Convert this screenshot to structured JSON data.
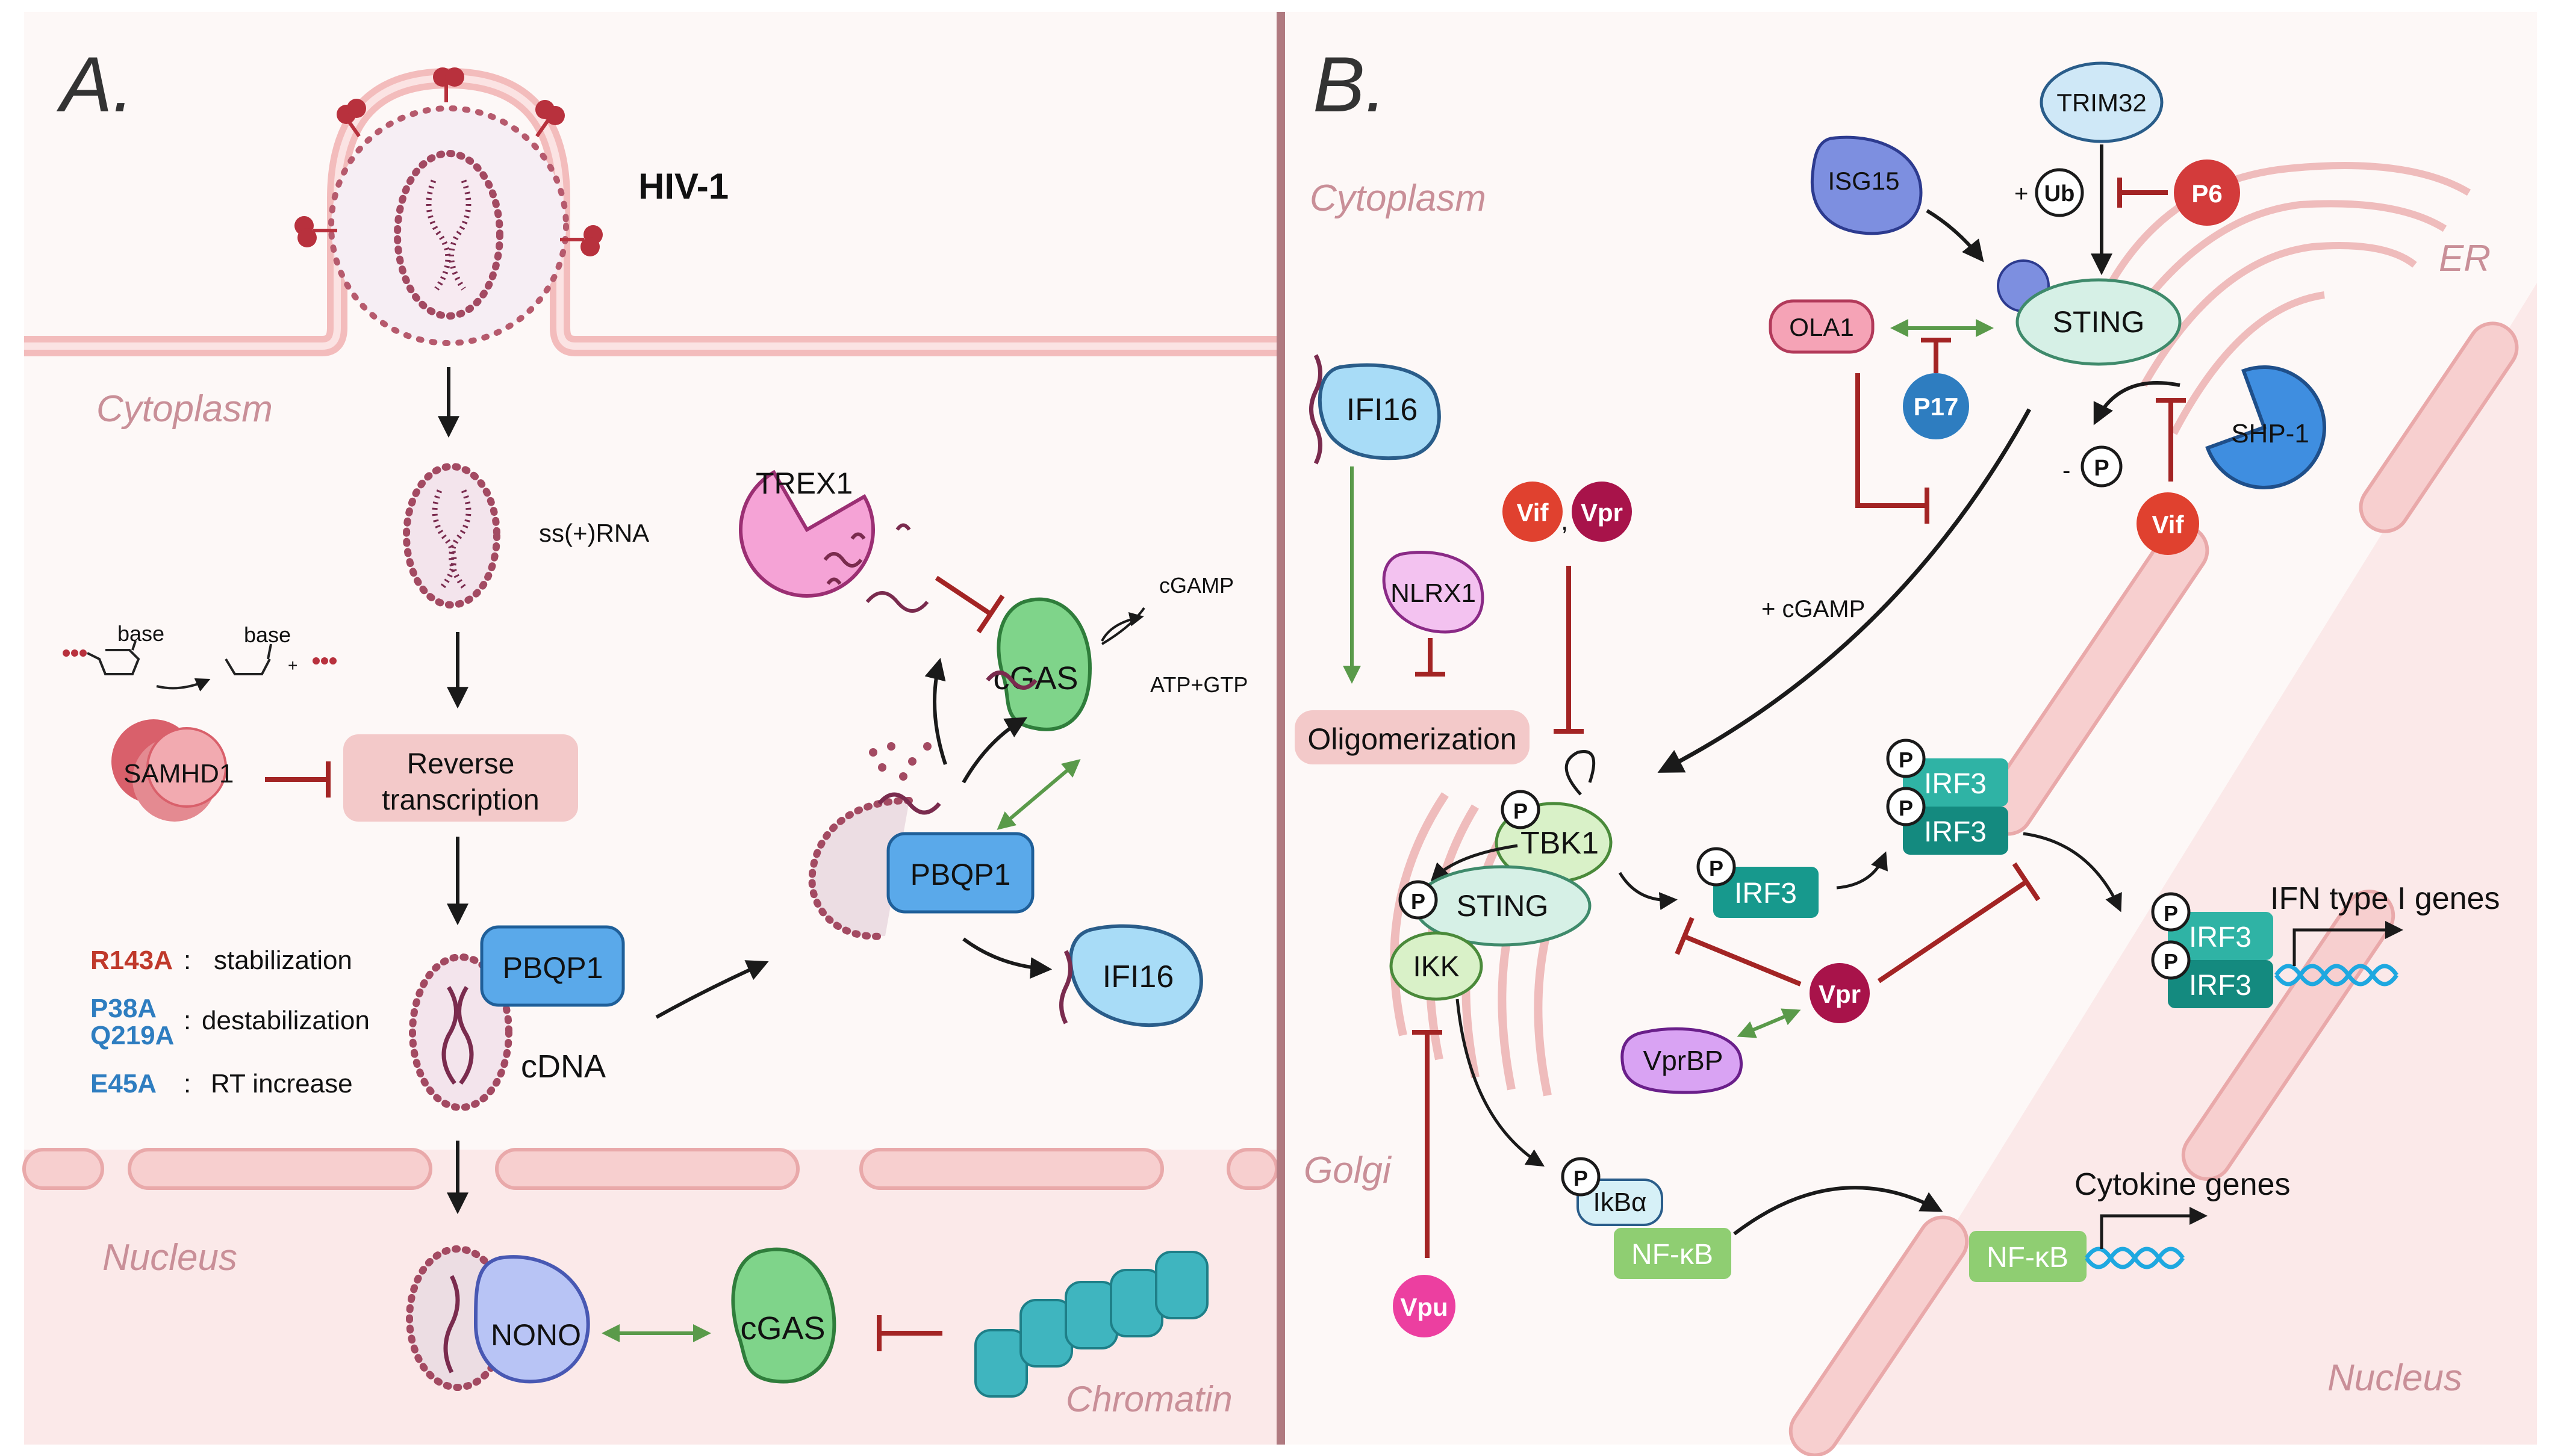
{
  "panelA": {
    "letter": "A.",
    "virus_label": "HIV-1",
    "cytoplasm": "Cytoplasm",
    "nucleus": "Nucleus",
    "ssrna": "ss(+)RNA",
    "base1": "base",
    "base2": "base",
    "plus": "+",
    "samhd1": "SAMHD1",
    "rt_line1": "Reverse",
    "rt_line2": "transcription",
    "mutations": [
      {
        "code": "R143A",
        "sep": ":",
        "effect": "stabilization",
        "color": "#c0392b"
      },
      {
        "code": "P38A",
        "sep": ":",
        "effect": "destabilization",
        "color": "#2e7dc0"
      },
      {
        "code": "Q219A",
        "sep": "",
        "effect": "",
        "color": "#2e7dc0"
      },
      {
        "code": "E45A",
        "sep": ":",
        "effect": "RT increase",
        "color": "#2e7dc0"
      }
    ],
    "pbqp1_a": "PBQP1",
    "cdna": "cDNA",
    "trex1": "TREX1",
    "cgamp": "cGAMP",
    "cgas": "cGAS",
    "atp": "ATP+GTP",
    "pbqp1_b": "PBQP1",
    "ifi16": "IFI16",
    "nono": "NONO",
    "cgas_nuc": "cGAS",
    "chromatin": "Chromatin"
  },
  "panelB": {
    "letter": "B.",
    "cytoplasm": "Cytoplasm",
    "er": "ER",
    "golgi": "Golgi",
    "nucleus": "Nucleus",
    "trim32": "TRIM32",
    "isg15": "ISG15",
    "plus_ub": "+",
    "ub": "Ub",
    "p6": "P6",
    "sting_top": "STING",
    "ola1": "OLA1",
    "p17": "P17",
    "shp1": "SHP-1",
    "minus_p": "-",
    "p": "P",
    "vif_top": "Vif",
    "ifi16": "IFI16",
    "vif": "Vif",
    "comma": ",",
    "vpr_top": "Vpr",
    "nlrx1": "NLRX1",
    "plus_cgamp": "+ cGAMP",
    "oligomerization": "Oligomerization",
    "tbk1": "TBK1",
    "sting": "STING",
    "ikk": "IKK",
    "irf3": "IRF3",
    "irf3_dimer_top": "IRF3",
    "irf3_dimer_bottom": "IRF3",
    "irf3_nuc_top": "IRF3",
    "irf3_nuc_bottom": "IRF3",
    "ifn_genes": "IFN type I genes",
    "vpr": "Vpr",
    "vprbp": "VprBP",
    "vpu": "Vpu",
    "ikba": "IkBα",
    "nfkb": "NF-κB",
    "nfkb_nuc": "NF-κB",
    "cytokine_genes": "Cytokine genes"
  }
}
